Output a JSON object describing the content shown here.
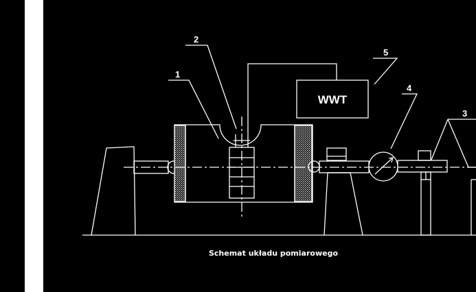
{
  "diagram": {
    "labels": {
      "l1": "1",
      "l2": "2",
      "l3": "3",
      "l4": "4",
      "l5": "5"
    },
    "box_text": "WWT",
    "caption": "Schemat układu pomiarowego",
    "colors": {
      "background": "#000000",
      "stroke": "#ffffff",
      "stripe": "#ffffff"
    }
  }
}
